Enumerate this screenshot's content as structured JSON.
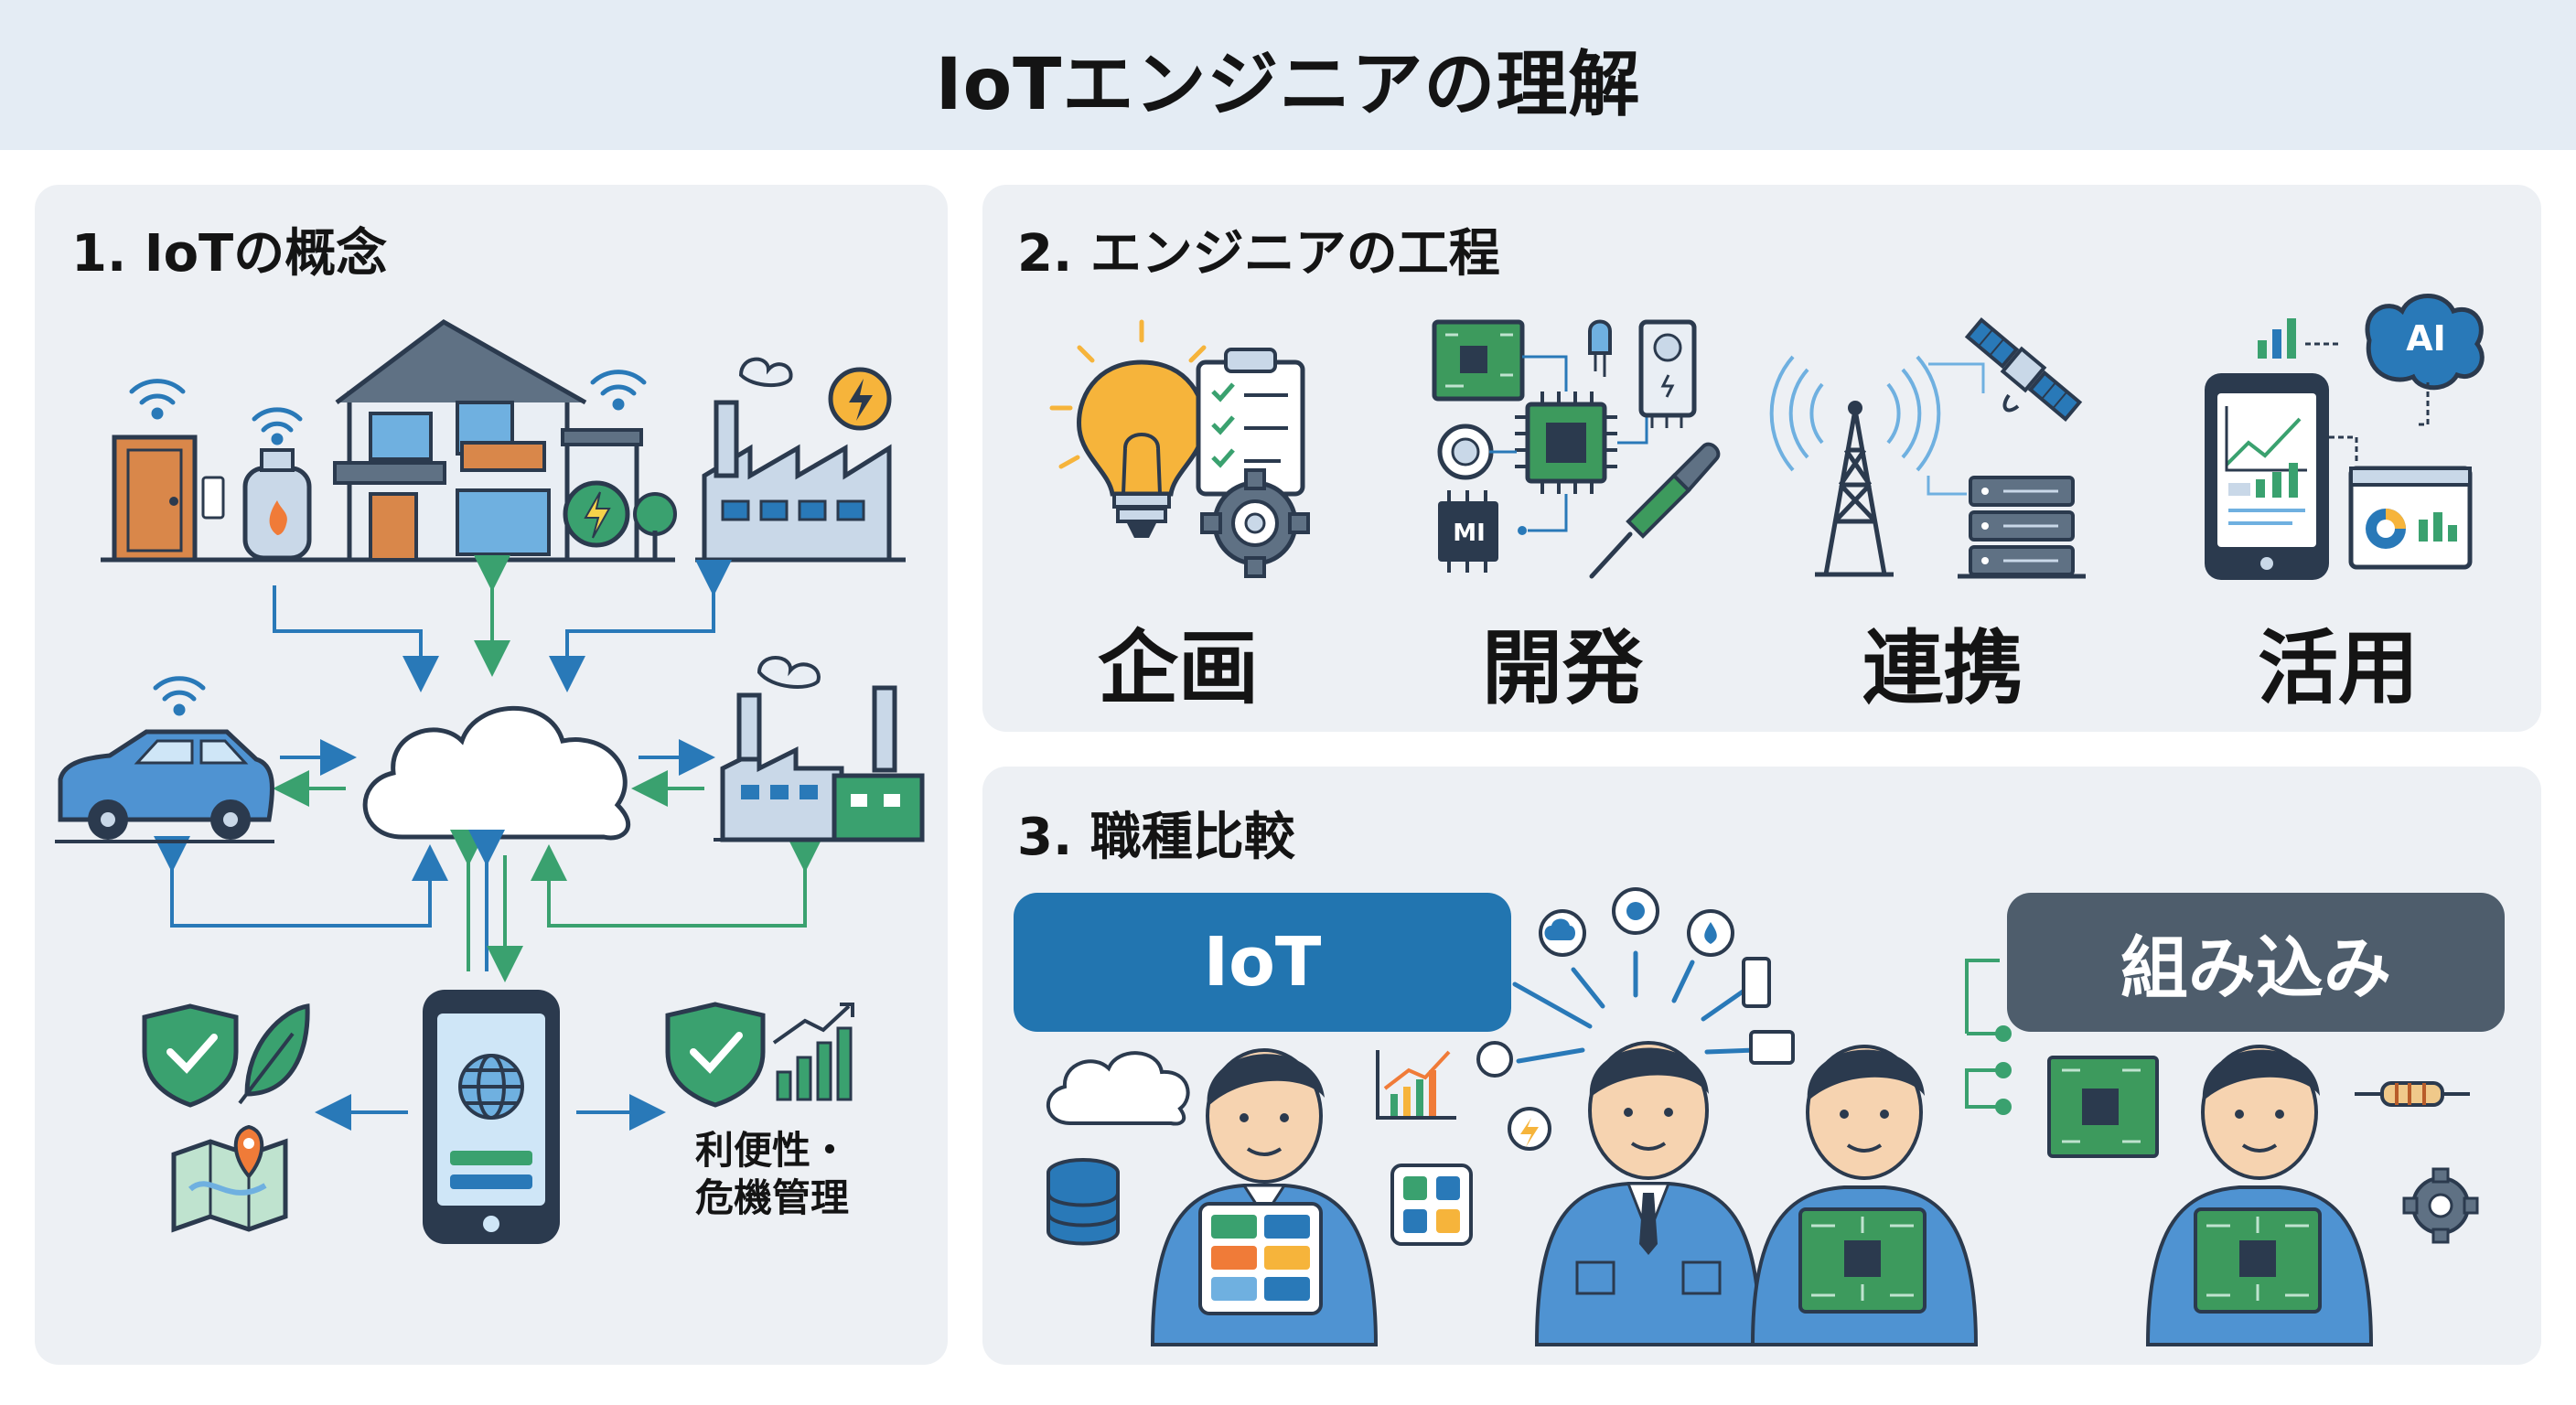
{
  "title": "IoTエンジニアの理解",
  "panels": {
    "concept": {
      "title": "1. IoTの概念",
      "benefit_line1": "利便性・",
      "benefit_line2": "危機管理",
      "icons": [
        "wifi-icon",
        "door-icon",
        "gas-tank-icon",
        "house-icon",
        "energy-bolt-icon",
        "tree-icon",
        "factory-icon",
        "car-icon",
        "cloud-icon",
        "smartphone-icon",
        "globe-icon",
        "shield-check-icon",
        "leaf-icon",
        "map-pin-icon",
        "growth-chart-icon"
      ]
    },
    "process": {
      "title": "2. エンジニアの工程",
      "stages": [
        "企画",
        "開発",
        "連携",
        "活用"
      ],
      "chip_label": "MI",
      "ai_label": "AI"
    },
    "comparison": {
      "title": "3. 職種比較",
      "iot_label": "IoT",
      "embedded_label": "組み込み"
    }
  },
  "colors": {
    "title_band": "#e4ecf4",
    "panel_bg": "#edf0f4",
    "navy": "#2b3a4e",
    "blue": "#2979b8",
    "green": "#3aa16f",
    "iot_badge": "#2275b0",
    "embedded_badge": "#4e5d6c",
    "bulb": "#f6b43b",
    "circuit": "#3d9a5d"
  }
}
